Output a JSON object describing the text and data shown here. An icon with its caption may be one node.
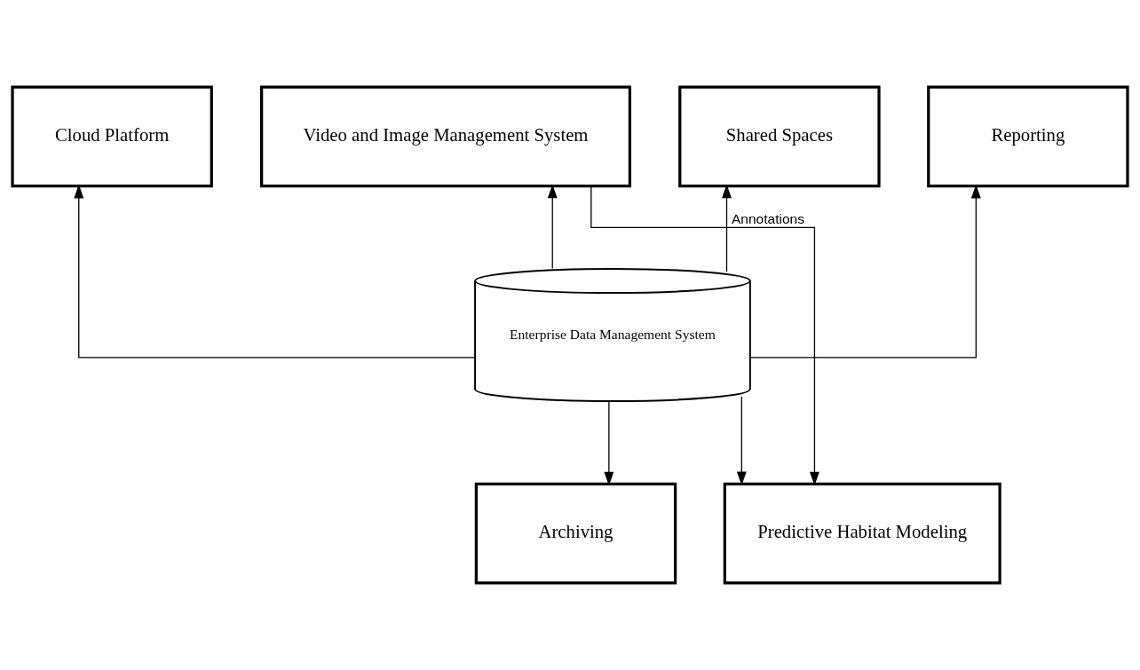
{
  "diagram": {
    "nodes": [
      {
        "text": [
          "Cloud Platform"
        ]
      },
      {
        "text": [
          "Shared Spaces"
        ]
      },
      {
        "text": [
          "Reporting"
        ]
      },
      {
        "text": [
          "Video and Image Management System"
        ]
      },
      {
        "text": [
          "Enterprise Data Management System"
        ]
      },
      {
        "text": [
          "Archiving"
        ]
      },
      {
        "text": [
          "Predictive Habitat Modeling"
        ]
      }
    ],
    "edges": [
      {
        "from": 4,
        "to": 0,
        "arrow": "to"
      },
      {
        "from": 4,
        "to": 1,
        "arrow": "to"
      },
      {
        "from": 4,
        "to": 2,
        "arrow": "to"
      },
      {
        "from": 4,
        "to": 3,
        "arrow": "to"
      },
      {
        "from": 4,
        "to": 5,
        "arrow": "to"
      },
      {
        "from": 4,
        "to": 6,
        "arrow": "to"
      },
      {
        "from": 3,
        "to": 6,
        "arrow": "to",
        "label": "Annotations"
      }
    ]
  }
}
